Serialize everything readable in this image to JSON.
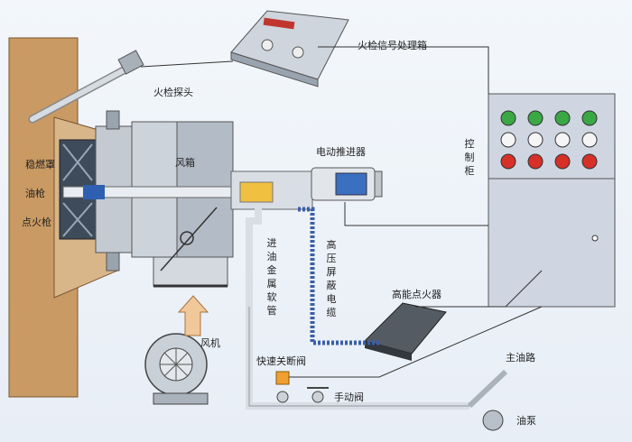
{
  "labels": {
    "flame_signal_box": "火检信号处理箱",
    "flame_probe": "火检探头",
    "flame_stabilizer": "稳燃罩",
    "oil_gun": "油枪",
    "igniter_gun": "点火枪",
    "wind_box": "风箱",
    "electric_actuator": "电动推进器",
    "control_cabinet": "控制柜",
    "oil_metal_hose": "进油金属软管",
    "hv_shielded_cable": "高压屏蔽电缆",
    "high_energy_igniter": "高能点火器",
    "fan": "风机",
    "quick_shutoff_valve": "快速关断阀",
    "manual_valve": "手动阀",
    "main_oil_line": "主油路",
    "oil_pump": "油泵"
  },
  "colors": {
    "wall": "#c99a63",
    "metal": "#b9c2cc",
    "cabinet": "#cfd6e2",
    "pipe": "#d9dee5",
    "indicator_green": "#3aa845",
    "indicator_white": "#f5f5f5",
    "indicator_red": "#d63028",
    "valve_orange": "#f0a030",
    "hose_blue": "#3b5fa8"
  }
}
